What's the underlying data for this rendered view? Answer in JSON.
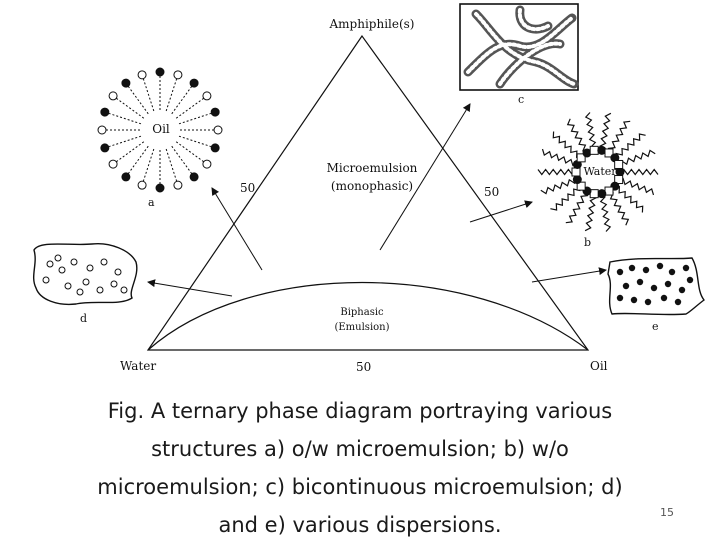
{
  "diagram": {
    "apex_top": "Amphiphile(s)",
    "apex_left": "Water",
    "apex_right": "Oil",
    "scale_left": "50",
    "scale_right": "50",
    "scale_bottom": "50",
    "region_upper_line1": "Microemulsion",
    "region_upper_line2": "(monophasic)",
    "region_lower_line1": "Biphasic",
    "region_lower_line2": "(Emulsion)",
    "inset_a": {
      "letter": "a",
      "core_label": "Oil"
    },
    "inset_b": {
      "letter": "b",
      "core_label": "Water"
    },
    "inset_c": {
      "letter": "c"
    },
    "inset_d": {
      "letter": "d"
    },
    "inset_e": {
      "letter": "e"
    }
  },
  "caption": {
    "line1": "Fig.  A ternary phase diagram portraying various",
    "line2": "structures a) o/w microemulsion; b) w/o",
    "line3": "microemulsion; c) bicontinuous microemulsion; d)",
    "line4": "and e) various dispersions."
  },
  "slide_number": "15"
}
